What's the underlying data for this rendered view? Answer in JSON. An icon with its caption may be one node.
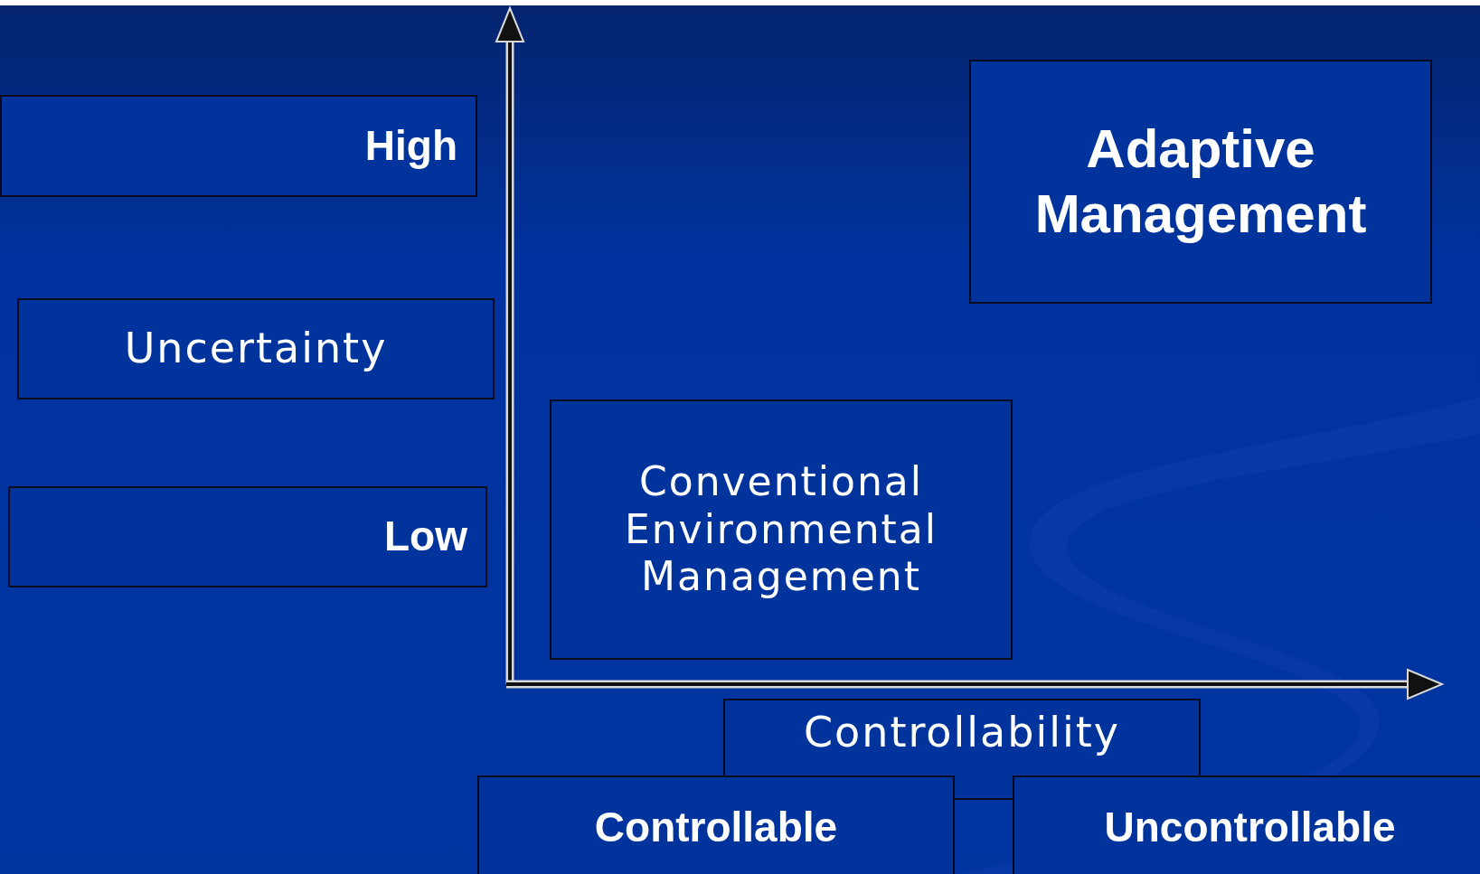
{
  "diagram": {
    "nodes": [
      {
        "text": [
          "Adaptive Management"
        ]
      },
      {
        "text": [
          "High"
        ]
      },
      {
        "text": [
          "Uncertainty"
        ]
      },
      {
        "text": [
          "Conventional Environmental Management"
        ]
      },
      {
        "text": [
          "Low"
        ]
      },
      {
        "text": [
          "Controllability"
        ]
      },
      {
        "text": [
          "Controllable"
        ]
      },
      {
        "text": [
          "Uncontrollable"
        ]
      }
    ]
  }
}
